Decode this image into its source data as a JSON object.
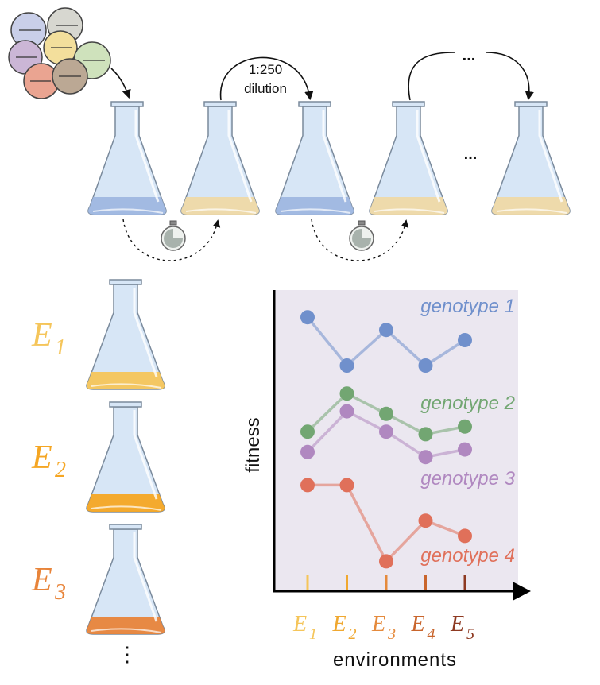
{
  "workflow": {
    "dilution_ratio": "1:250",
    "dilution_word": "dilution",
    "ellipsis": "..."
  },
  "environments": [
    {
      "letter": "E",
      "sub": "1",
      "color": "#f5c55a"
    },
    {
      "letter": "E",
      "sub": "2",
      "color": "#f5a623"
    },
    {
      "letter": "E",
      "sub": "3",
      "color": "#e8843a"
    }
  ],
  "left_ellipsis": "⋮",
  "chart_data": {
    "type": "line",
    "ylabel": "fitness",
    "xlabel": "environments",
    "categories": [
      {
        "letter": "E",
        "sub": "1",
        "color": "#f5c55a"
      },
      {
        "letter": "E",
        "sub": "2",
        "color": "#f0a830"
      },
      {
        "letter": "E",
        "sub": "3",
        "color": "#e58a3c"
      },
      {
        "letter": "E",
        "sub": "4",
        "color": "#c9652c"
      },
      {
        "letter": "E",
        "sub": "5",
        "color": "#8e3a22"
      }
    ],
    "ylim": [
      0,
      100
    ],
    "series": [
      {
        "name": "genotype 1",
        "color": "#7090cc",
        "values": [
          94,
          75,
          89,
          75,
          85
        ]
      },
      {
        "name": "genotype 2",
        "color": "#72a672",
        "values": [
          49,
          64,
          56,
          48,
          51
        ]
      },
      {
        "name": "genotype 3",
        "color": "#b088c0",
        "values": [
          41,
          57,
          49,
          39,
          42
        ]
      },
      {
        "name": "genotype 4",
        "color": "#e0705a",
        "values": [
          28,
          28,
          -2,
          14,
          8
        ]
      }
    ]
  }
}
